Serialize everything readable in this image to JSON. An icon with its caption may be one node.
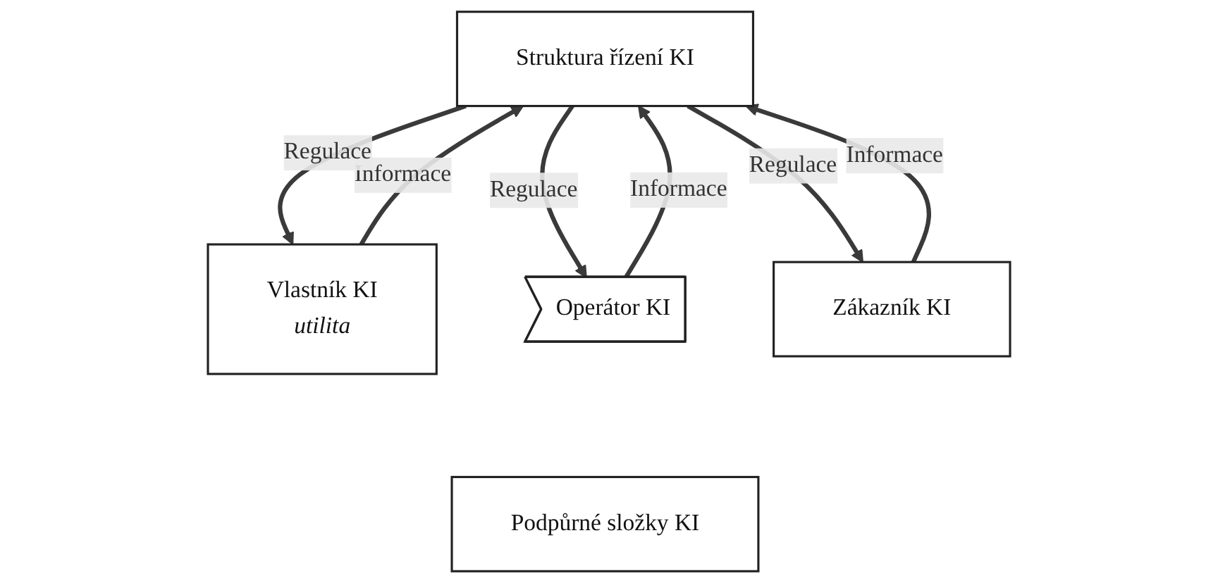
{
  "diagram": {
    "nodes": [
      {
        "text": [
          "Struktura řízení KI"
        ]
      },
      {
        "text": [
          "Vlastník KI",
          "utilita"
        ]
      },
      {
        "text": [
          "Operátor KI"
        ]
      },
      {
        "text": [
          "Zákazník KI"
        ]
      },
      {
        "text": [
          "Podpůrné složky KI"
        ]
      }
    ],
    "edges": [
      {
        "from": 1,
        "to": 0,
        "arrow": "to",
        "label": "Informace"
      },
      {
        "from": 0,
        "to": 1,
        "arrow": "to",
        "label": "Regulace"
      },
      {
        "from": 2,
        "to": 0,
        "arrow": "to",
        "label": "Informace"
      },
      {
        "from": 0,
        "to": 2,
        "arrow": "to",
        "label": "Regulace"
      },
      {
        "from": 3,
        "to": 0,
        "arrow": "to",
        "label": "Informace"
      },
      {
        "from": 0,
        "to": 3,
        "arrow": "to",
        "label": "Regulace"
      }
    ]
  }
}
